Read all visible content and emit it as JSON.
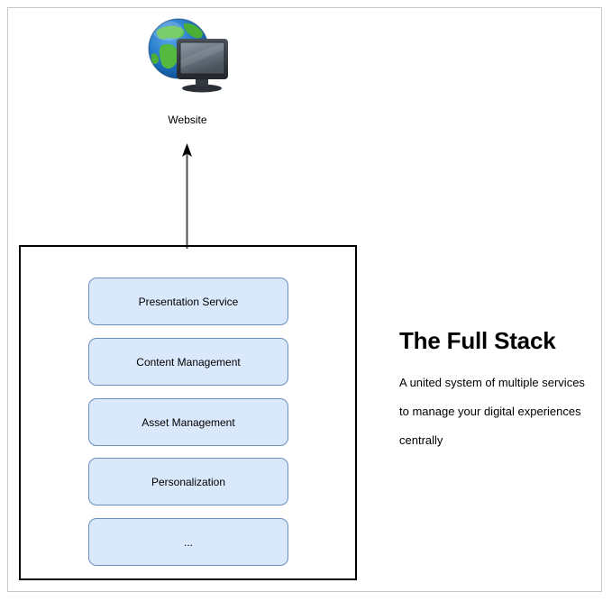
{
  "diagram": {
    "website_node": {
      "icon": "globe-monitor-icon",
      "label": "Website"
    },
    "arrow": {
      "name": "upward-arrow",
      "direction": "up"
    },
    "stack": {
      "boxes": [
        {
          "label": "Presentation Service"
        },
        {
          "label": "Content Management"
        },
        {
          "label": "Asset Management"
        },
        {
          "label": "Personalization"
        },
        {
          "label": "..."
        }
      ]
    },
    "info": {
      "title": "The Full Stack",
      "lines": [
        "A united system of multiple services",
        "to manage your digital experiences",
        "centrally"
      ]
    }
  },
  "colors": {
    "box_fill": "#dae8fc",
    "box_stroke": "#6c8ebf",
    "container_stroke": "#000000",
    "page_frame": "#c8c8c8",
    "text": "#000000",
    "globe_ocean": "#1b6fc4",
    "globe_land": "#4caf35",
    "monitor_body": "#3a3f45"
  }
}
